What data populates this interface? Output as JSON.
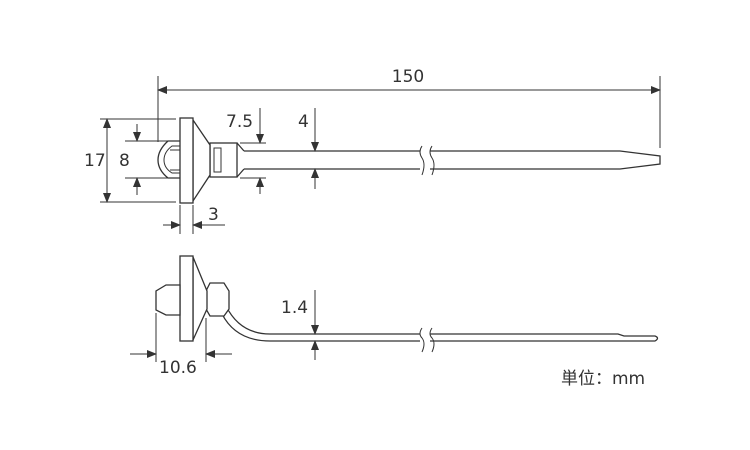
{
  "dimensions": {
    "overall_length": "150",
    "head_height": "17",
    "head_width": "8",
    "lock_width": "7.5",
    "strap_width": "4",
    "flange_thickness": "3",
    "strap_thickness": "1.4",
    "head_length": "10.6"
  },
  "unit_label": "単位：mm"
}
